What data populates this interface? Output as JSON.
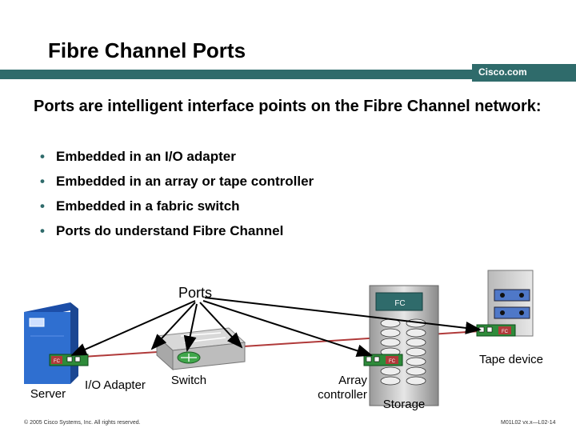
{
  "header": {
    "title": "Fibre Channel Ports",
    "brand": "Cisco.com"
  },
  "intro": "Ports are intelligent interface points on the Fibre Channel network:",
  "bullets": [
    "Embedded in an I/O adapter",
    "Embedded in an array or tape controller",
    "Embedded in a fabric switch",
    "Ports do understand Fibre Channel"
  ],
  "diagram": {
    "ports_label": "Ports",
    "server_label": "Server",
    "adapter_label": "I/O Adapter",
    "switch_label": "Switch",
    "array_label_1": "Array",
    "array_label_2": "controller",
    "storage_label": "Storage",
    "tape_label": "Tape device",
    "fc_tag": "FC",
    "storage_fc_tag": "FC"
  },
  "footer": {
    "copyright": "© 2005 Cisco Systems, Inc. All rights reserved.",
    "code": "M01L02 vx.x—L02-14"
  },
  "colors": {
    "accent": "#2f6b6b",
    "link": "#b03a3a",
    "server": "#2f6fd0",
    "switch_top": "#d8d8d8",
    "green": "#2e8b3a"
  }
}
